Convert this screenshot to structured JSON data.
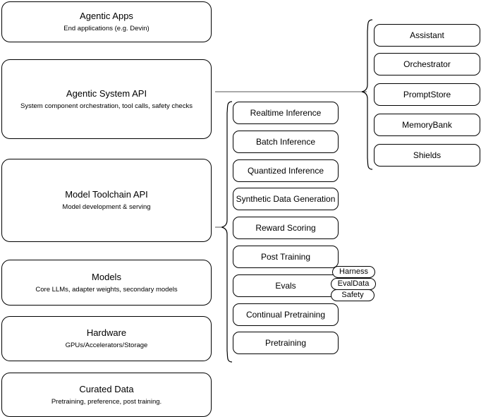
{
  "diagram": {
    "title": "Agentic stack layer diagram",
    "stroke_color": "#000000",
    "background_color": "#ffffff"
  },
  "layers": [
    {
      "name": "agentic-apps",
      "title": "Agentic Apps",
      "subtitle": "End applications (e.g. Devin)"
    },
    {
      "name": "agentic-system-api",
      "title": "Agentic System API",
      "subtitle": "System component orchestration, tool calls, safety checks"
    },
    {
      "name": "model-toolchain-api",
      "title": "Model Toolchain API",
      "subtitle": "Model development & serving"
    },
    {
      "name": "models",
      "title": "Models",
      "subtitle": "Core LLMs, adapter weights, secondary models"
    },
    {
      "name": "hardware",
      "title": "Hardware",
      "subtitle": "GPUs/Accelerators/Storage"
    },
    {
      "name": "curated-data",
      "title": "Curated Data",
      "subtitle": "Pretraining, preference, post training."
    }
  ],
  "toolchain_items": [
    {
      "name": "realtime-inference",
      "label": "Realtime Inference"
    },
    {
      "name": "batch-inference",
      "label": "Batch Inference"
    },
    {
      "name": "quantized-inference",
      "label": "Quantized Inference"
    },
    {
      "name": "synthetic-data-generation",
      "label": "Synthetic Data Generation"
    },
    {
      "name": "reward-scoring",
      "label": "Reward Scoring"
    },
    {
      "name": "post-training",
      "label": "Post Training"
    },
    {
      "name": "evals",
      "label": "Evals"
    },
    {
      "name": "continual-pretraining",
      "label": "Continual Pretraining"
    },
    {
      "name": "pretraining",
      "label": "Pretraining"
    }
  ],
  "evals_tags": [
    {
      "name": "harness",
      "label": "Harness"
    },
    {
      "name": "evaldata",
      "label": "EvalData"
    },
    {
      "name": "safety",
      "label": "Safety"
    }
  ],
  "system_components": [
    {
      "name": "assistant",
      "label": "Assistant"
    },
    {
      "name": "orchestrator",
      "label": "Orchestrator"
    },
    {
      "name": "promptstore",
      "label": "PromptStore"
    },
    {
      "name": "memorybank",
      "label": "MemoryBank"
    },
    {
      "name": "shields",
      "label": "Shields"
    }
  ]
}
